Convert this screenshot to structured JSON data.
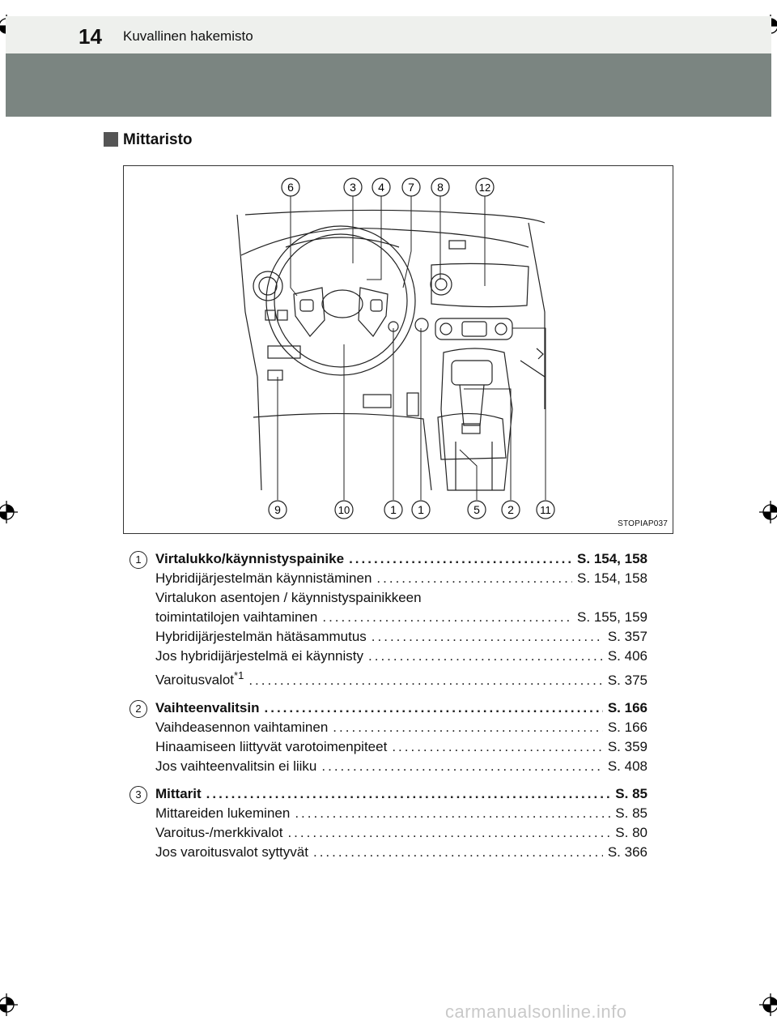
{
  "header": {
    "page_number": "14",
    "chapter_title": "Kuvallinen hakemisto"
  },
  "section": {
    "title": "Mittaristo"
  },
  "figure": {
    "code": "STOPIAP037",
    "top_callouts": [
      "6",
      "3",
      "4",
      "7",
      "8",
      "12"
    ],
    "bottom_callouts": [
      "9",
      "10",
      "1",
      "1",
      "5",
      "2",
      "11"
    ]
  },
  "entries": [
    {
      "number": "1",
      "title": "Virtalukko/käynnistyspainike",
      "title_ref": "S. 154, 158",
      "items": [
        {
          "text": "Hybridijärjestelmän käynnistäminen",
          "ref": "S. 154, 158"
        },
        {
          "text_line1": "Virtalukon asentojen / käynnistyspainikkeen",
          "text": "toimintatilojen vaihtaminen",
          "ref": "S. 155, 159"
        },
        {
          "text": "Hybridijärjestelmän hätäsammutus",
          "ref": "S. 357"
        },
        {
          "text": "Jos hybridijärjestelmä ei käynnisty",
          "ref": "S. 406"
        },
        {
          "text": "Varoitusvalot",
          "sup": "*1",
          "ref": "S. 375"
        }
      ]
    },
    {
      "number": "2",
      "title": "Vaihteenvalitsin",
      "title_ref": "S. 166",
      "items": [
        {
          "text": "Vaihdeasennon vaihtaminen",
          "ref": "S. 166"
        },
        {
          "text": "Hinaamiseen liittyvät varotoimenpiteet",
          "ref": "S. 359"
        },
        {
          "text": "Jos vaihteenvalitsin ei liiku",
          "ref": "S. 408"
        }
      ]
    },
    {
      "number": "3",
      "title": "Mittarit",
      "title_ref": "S. 85",
      "items": [
        {
          "text": "Mittareiden lukeminen",
          "ref": "S. 85"
        },
        {
          "text": "Varoitus-/merkkivalot",
          "ref": "S. 80"
        },
        {
          "text": "Jos varoitusvalot syttyvät",
          "ref": "S. 366"
        }
      ]
    }
  ],
  "footer": {
    "watermark": "carmanualsonline.info"
  }
}
